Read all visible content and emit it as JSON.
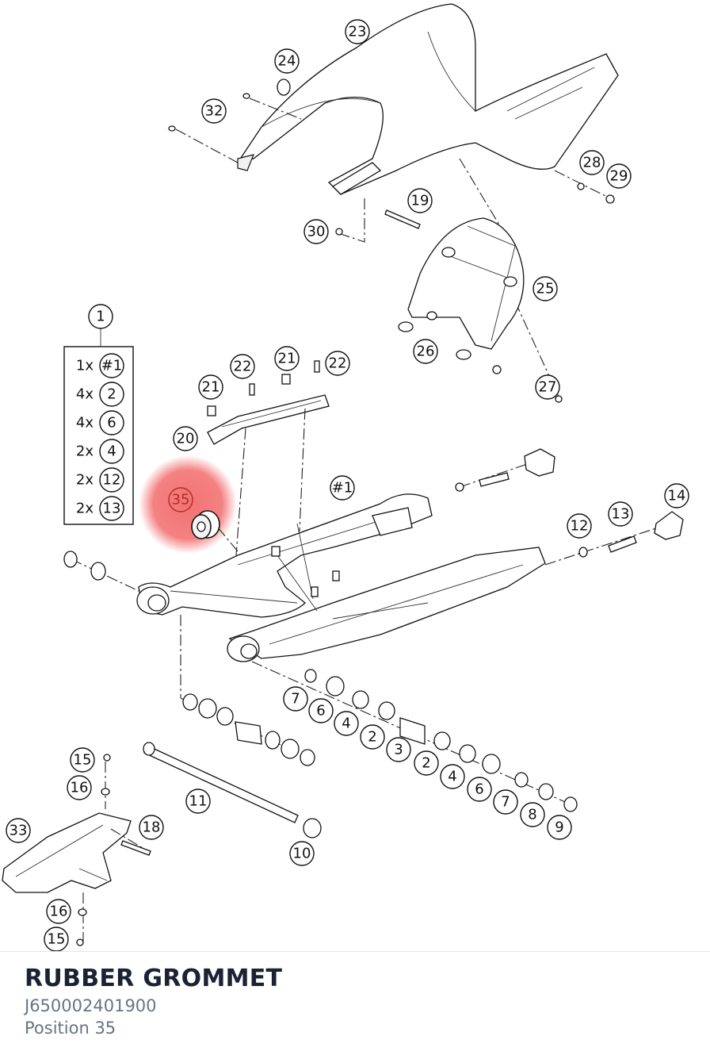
{
  "diagram": {
    "callouts": [
      {
        "label": "23"
      },
      {
        "label": "24"
      },
      {
        "label": "32"
      },
      {
        "label": "28"
      },
      {
        "label": "29"
      },
      {
        "label": "19"
      },
      {
        "label": "30"
      },
      {
        "label": "25"
      },
      {
        "label": "26"
      },
      {
        "label": "27"
      },
      {
        "label": "1"
      },
      {
        "label": "22"
      },
      {
        "label": "21"
      },
      {
        "label": "21"
      },
      {
        "label": "22"
      },
      {
        "label": "20"
      },
      {
        "label": "35"
      },
      {
        "label": "#1"
      },
      {
        "label": "14"
      },
      {
        "label": "13"
      },
      {
        "label": "12"
      },
      {
        "label": "7"
      },
      {
        "label": "6"
      },
      {
        "label": "4"
      },
      {
        "label": "2"
      },
      {
        "label": "3"
      },
      {
        "label": "2"
      },
      {
        "label": "4"
      },
      {
        "label": "6"
      },
      {
        "label": "7"
      },
      {
        "label": "8"
      },
      {
        "label": "9"
      },
      {
        "label": "15"
      },
      {
        "label": "16"
      },
      {
        "label": "11"
      },
      {
        "label": "18"
      },
      {
        "label": "33"
      },
      {
        "label": "10"
      },
      {
        "label": "16"
      },
      {
        "label": "15"
      }
    ],
    "kit": {
      "rows": [
        {
          "qty": "1x",
          "part": "#1"
        },
        {
          "qty": "4x",
          "part": "2"
        },
        {
          "qty": "4x",
          "part": "6"
        },
        {
          "qty": "2x",
          "part": "4"
        },
        {
          "qty": "2x",
          "part": "12"
        },
        {
          "qty": "2x",
          "part": "13"
        }
      ]
    },
    "highlight_color": "#f26b6b"
  },
  "part": {
    "name": "RUBBER GROMMET",
    "number": "J650002401900",
    "position": "Position 35"
  }
}
